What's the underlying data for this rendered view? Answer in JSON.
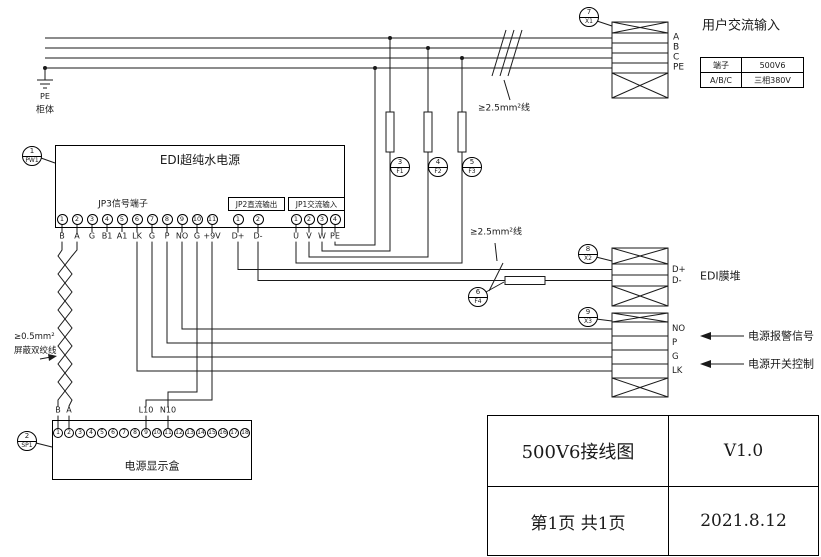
{
  "top": {
    "heading": "用户交流输入",
    "bus_labels": [
      "A",
      "B",
      "C",
      "PE"
    ],
    "table": {
      "r1c1": "端子",
      "r1c2": "500V6",
      "r2c1": "A/B/C",
      "r2c2": "三相380V"
    }
  },
  "ground": {
    "pe": "PE",
    "cabinet": "柜体"
  },
  "edi": {
    "title": "EDI超纯水电源",
    "jp3_label": "JP3信号端子",
    "jp2_label": "JP2直流输出",
    "jp1_label": "JP1交流输入",
    "jp3_terminals": [
      "1",
      "2",
      "3",
      "4",
      "5",
      "6",
      "7",
      "8",
      "9",
      "10",
      "11"
    ],
    "jp3_pins": [
      "B",
      "A",
      "G",
      "B1",
      "A1",
      "LK",
      "G",
      "P",
      "NO",
      "G",
      "+9V"
    ],
    "jp2_terminals": [
      "1",
      "2"
    ],
    "jp2_pins": [
      "D+",
      "D-"
    ],
    "jp1_terminals": [
      "1",
      "2",
      "3",
      "4"
    ],
    "jp1_pins": [
      "U",
      "V",
      "W",
      "PE"
    ]
  },
  "x2": {
    "labels": [
      "D+",
      "D-"
    ],
    "caption": "EDI膜堆"
  },
  "x3": {
    "labels": [
      "NO",
      "P",
      "G",
      "LK"
    ],
    "alarm": "电源报警信号",
    "switch": "电源开关控制"
  },
  "notes": {
    "wire25_top": "≥2.5mm²线",
    "wire25_mid": "≥2.5mm²线",
    "wire05_line1": "≥0.5mm²",
    "wire05_line2": "屏蔽双绞线"
  },
  "display": {
    "title": "电源显示盒",
    "terminals": [
      "1",
      "2",
      "3",
      "4",
      "5",
      "6",
      "7",
      "8",
      "9",
      "10",
      "11",
      "12",
      "13",
      "14",
      "15",
      "16",
      "17",
      "18"
    ],
    "top_labels": [
      "B",
      "A",
      "L10",
      "N10"
    ]
  },
  "markers": [
    {
      "num": "1",
      "label": "PW1"
    },
    {
      "num": "2",
      "label": "SP1"
    },
    {
      "num": "3",
      "label": "F1"
    },
    {
      "num": "4",
      "label": "F2"
    },
    {
      "num": "5",
      "label": "F3"
    },
    {
      "num": "6",
      "label": "F4"
    },
    {
      "num": "7",
      "label": "X1"
    },
    {
      "num": "8",
      "label": "X2"
    },
    {
      "num": "9",
      "label": "X3"
    }
  ],
  "title_block": {
    "name": "500V6接线图",
    "version": "V1.0",
    "page": "第1页  共1页",
    "date": "2021.8.12"
  }
}
